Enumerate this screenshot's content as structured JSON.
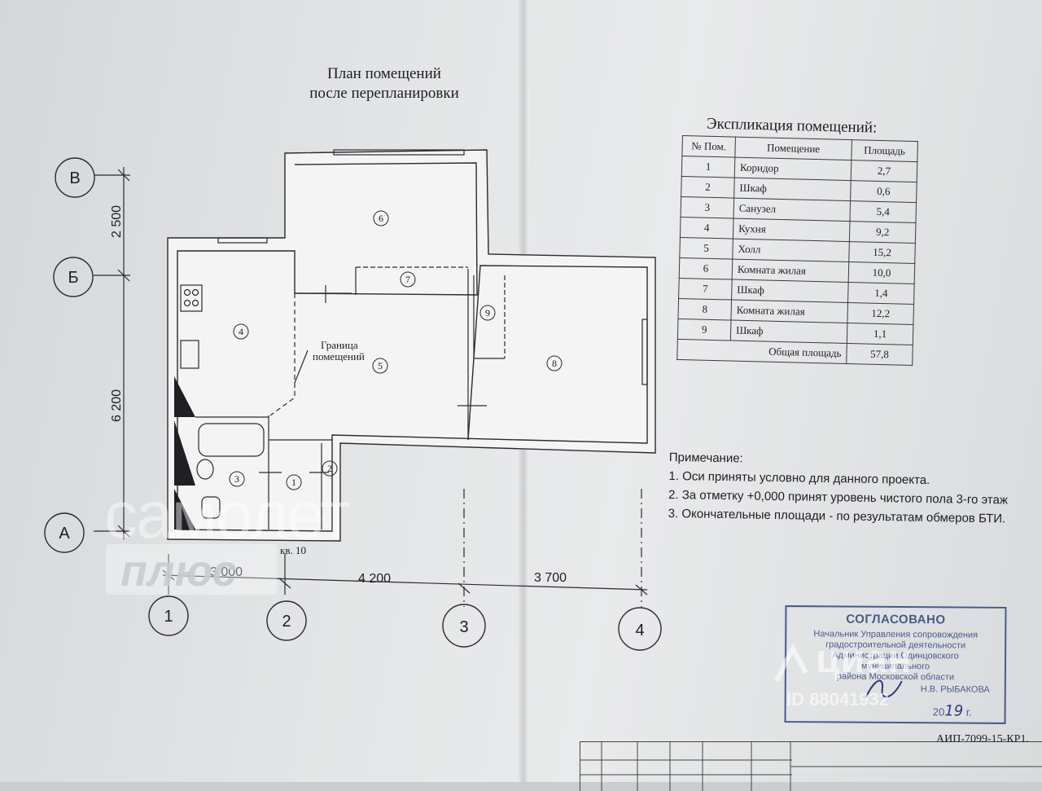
{
  "title": {
    "line1": "План помещений",
    "line2": "после перепланировки"
  },
  "plan": {
    "axes_rows": [
      "В",
      "Б",
      "А"
    ],
    "axes_cols": [
      "1",
      "2",
      "3",
      "4"
    ],
    "dims_vertical": [
      "2 500",
      "6 200"
    ],
    "dims_horizontal": [
      "3 000",
      "4 200",
      "3 700"
    ],
    "room_numbers": [
      "1",
      "2",
      "3",
      "4",
      "5",
      "6",
      "7",
      "8",
      "9"
    ],
    "boundary_label": {
      "line1": "Граница",
      "line2": "помещений"
    },
    "apartment_label": "кв. 10"
  },
  "explication": {
    "heading": "Экспликация помещений:",
    "headers": [
      "№ Пом.",
      "Помещение",
      "Площадь"
    ],
    "rows": [
      {
        "num": "1",
        "name": "Коридор",
        "area": "2,7"
      },
      {
        "num": "2",
        "name": "Шкаф",
        "area": "0,6"
      },
      {
        "num": "3",
        "name": "Санузел",
        "area": "5,4"
      },
      {
        "num": "4",
        "name": "Кухня",
        "area": "9,2"
      },
      {
        "num": "5",
        "name": "Холл",
        "area": "15,2"
      },
      {
        "num": "6",
        "name": "Комната жилая",
        "area": "10,0"
      },
      {
        "num": "7",
        "name": "Шкаф",
        "area": "1,4"
      },
      {
        "num": "8",
        "name": "Комната жилая",
        "area": "12,2"
      },
      {
        "num": "9",
        "name": "Шкаф",
        "area": "1,1"
      }
    ],
    "total_label": "Общая площадь",
    "total_value": "57,8"
  },
  "notes": {
    "heading": "Примечание:",
    "items": [
      "1. Оси приняты условно для данного проекта.",
      "2. За отметку +0,000 принят уровень чистого пола 3-го этаж",
      "3. Окончательные площади - по результатам обмеров БТИ."
    ]
  },
  "stamp": {
    "title": "СОГЛАСОВАНО",
    "lines": [
      "Начальник Управления сопровождения",
      "градостроительной деятельности",
      "Администрации Одинцовского муниципального",
      "района Московской области"
    ],
    "signer": "Н.В. РЫБАКОВА",
    "year_prefix": "20",
    "year_hand": "19",
    "year_suffix": "г."
  },
  "drawing_code": "АИП-7099-15-КР1.",
  "watermarks": {
    "left_brand": "самолет",
    "left_sub": "плюс",
    "right_brand": "циан",
    "right_id": "ID 88041932"
  },
  "colors": {
    "ink": "#1e1e22",
    "stamp": "#4a5a8a",
    "paper": "#e4e6e7"
  }
}
